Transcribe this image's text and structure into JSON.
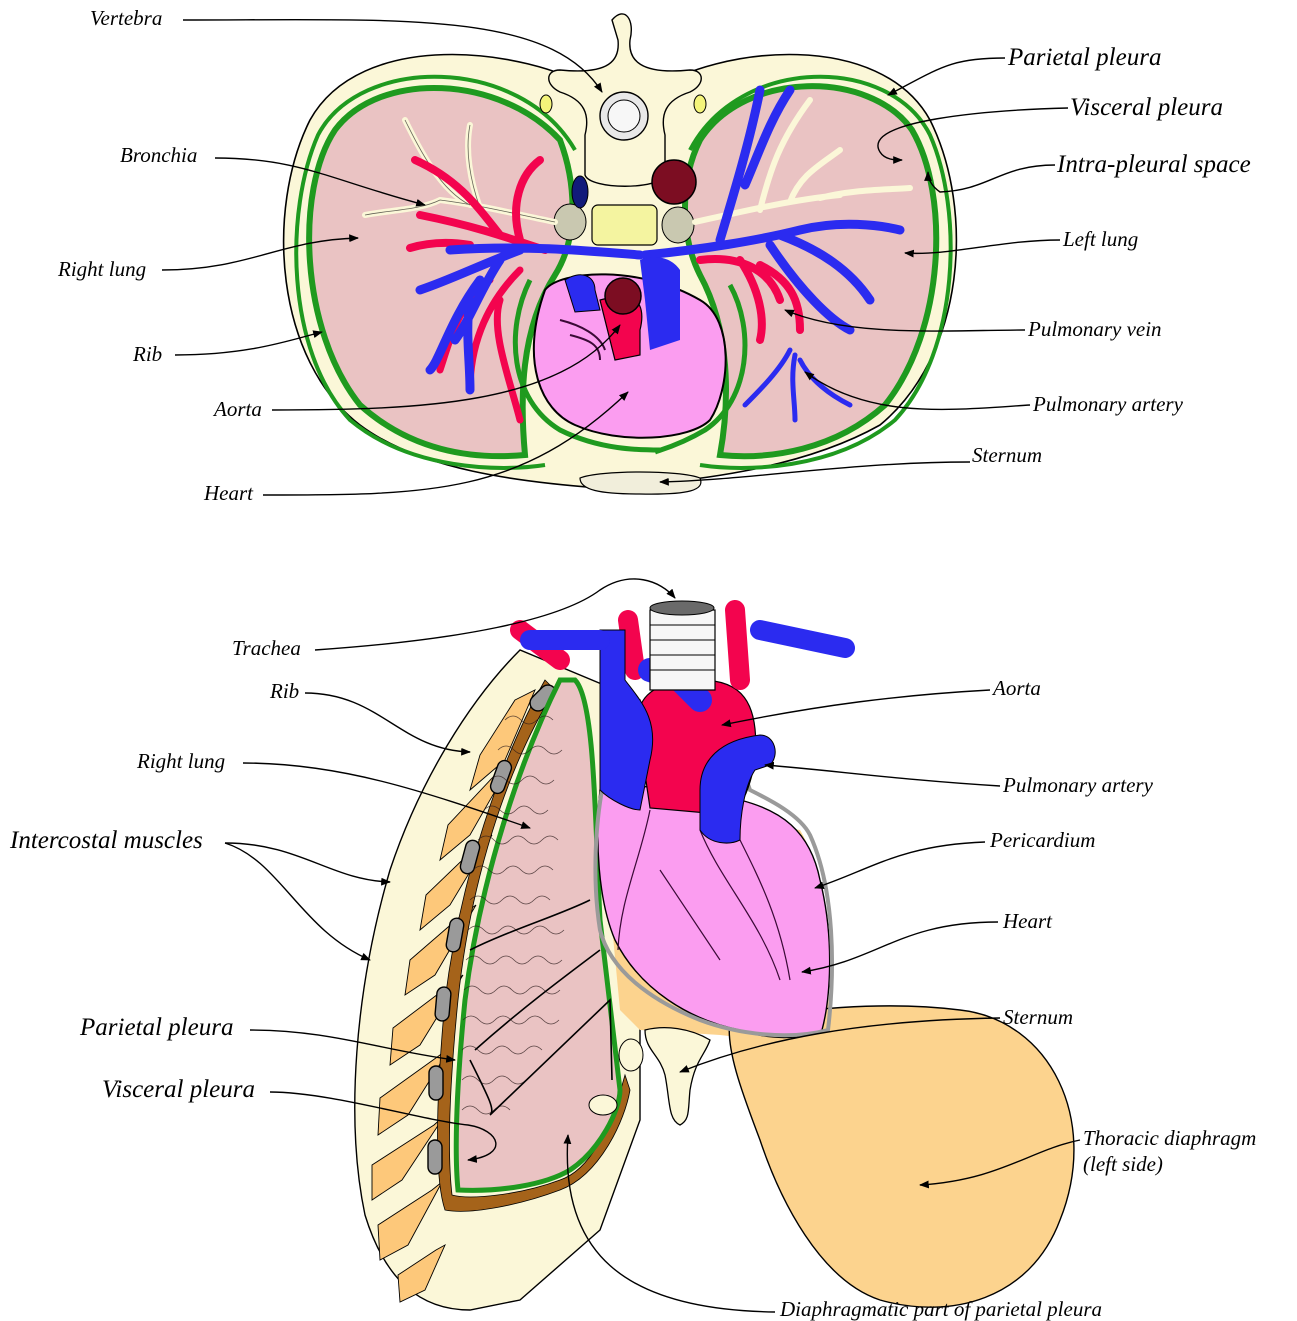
{
  "top": {
    "labels": {
      "vertebra": "Vertebra",
      "parietal_pleura": "Parietal pleura",
      "visceral_pleura": "Visceral pleura",
      "intra_pleural_space": "Intra-pleural space",
      "bronchia": "Bronchia",
      "right_lung": "Right lung",
      "left_lung": "Left lung",
      "pulmonary_vein": "Pulmonary vein",
      "rib": "Rib",
      "pulmonary_artery": "Pulmonary artery",
      "aorta": "Aorta",
      "sternum": "Sternum",
      "heart": "Heart"
    }
  },
  "bottom": {
    "labels": {
      "trachea": "Trachea",
      "rib": "Rib",
      "right_lung": "Right lung",
      "intercostal_muscles": "Intercostal muscles",
      "parietal_pleura": "Parietal pleura",
      "visceral_pleura": "Visceral pleura",
      "aorta": "Aorta",
      "pulmonary_artery": "Pulmonary artery",
      "pericardium": "Pericardium",
      "heart": "Heart",
      "sternum": "Sternum",
      "thoracic_diaphragm_line1": "Thoracic diaphragm",
      "thoracic_diaphragm_line2": "(left side)",
      "diaphragmatic_part": "Diaphragmatic part of parietal pleura"
    }
  },
  "colors": {
    "bone": "#fbf7d8",
    "pleura_green": "#1f9a1f",
    "lung_pink": "#eac3c3",
    "heart_pink": "#fb9df0",
    "artery_red": "#f3044e",
    "vein_blue": "#2b2bf0",
    "muscle_orange": "#fdc87a",
    "diaphragm": "#fcd38e",
    "rib_brown": "#a5631a"
  }
}
